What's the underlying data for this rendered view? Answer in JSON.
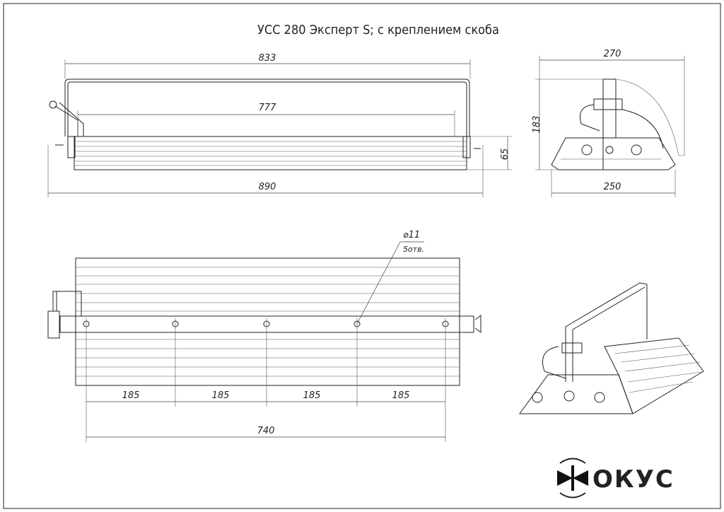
{
  "title": "УСС 280 Эксперт S; с креплением скоба",
  "front_view": {
    "dim_bracket": "833",
    "dim_body": "777",
    "dim_overall": "890",
    "dim_height": "65"
  },
  "side_view": {
    "dim_top": "270",
    "dim_height": "183",
    "dim_bottom": "250"
  },
  "plan_view": {
    "hole_diameter": "⌀11",
    "hole_count": "5отв.",
    "spacings": [
      "185",
      "185",
      "185",
      "185"
    ],
    "dim_total": "740"
  },
  "logo": {
    "text": "ФОКУС"
  }
}
